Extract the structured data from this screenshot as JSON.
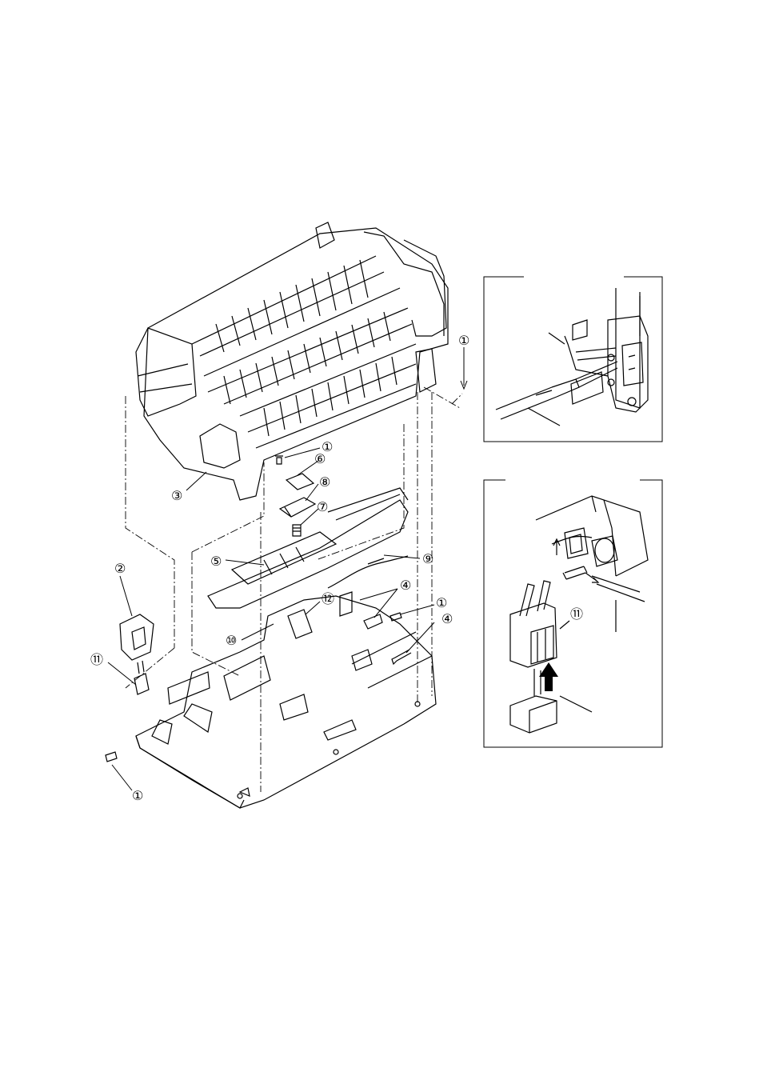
{
  "figure": {
    "callouts": {
      "c1": "①",
      "c2": "②",
      "c3": "③",
      "c4": "④",
      "c5": "⑤",
      "c6": "⑥",
      "c7": "⑦",
      "c8": "⑧",
      "c9": "⑨",
      "c10": "⑩",
      "c11": "⑪",
      "c12": "⑫"
    }
  },
  "colors": {
    "ink": "#000000",
    "paper": "#ffffff"
  }
}
